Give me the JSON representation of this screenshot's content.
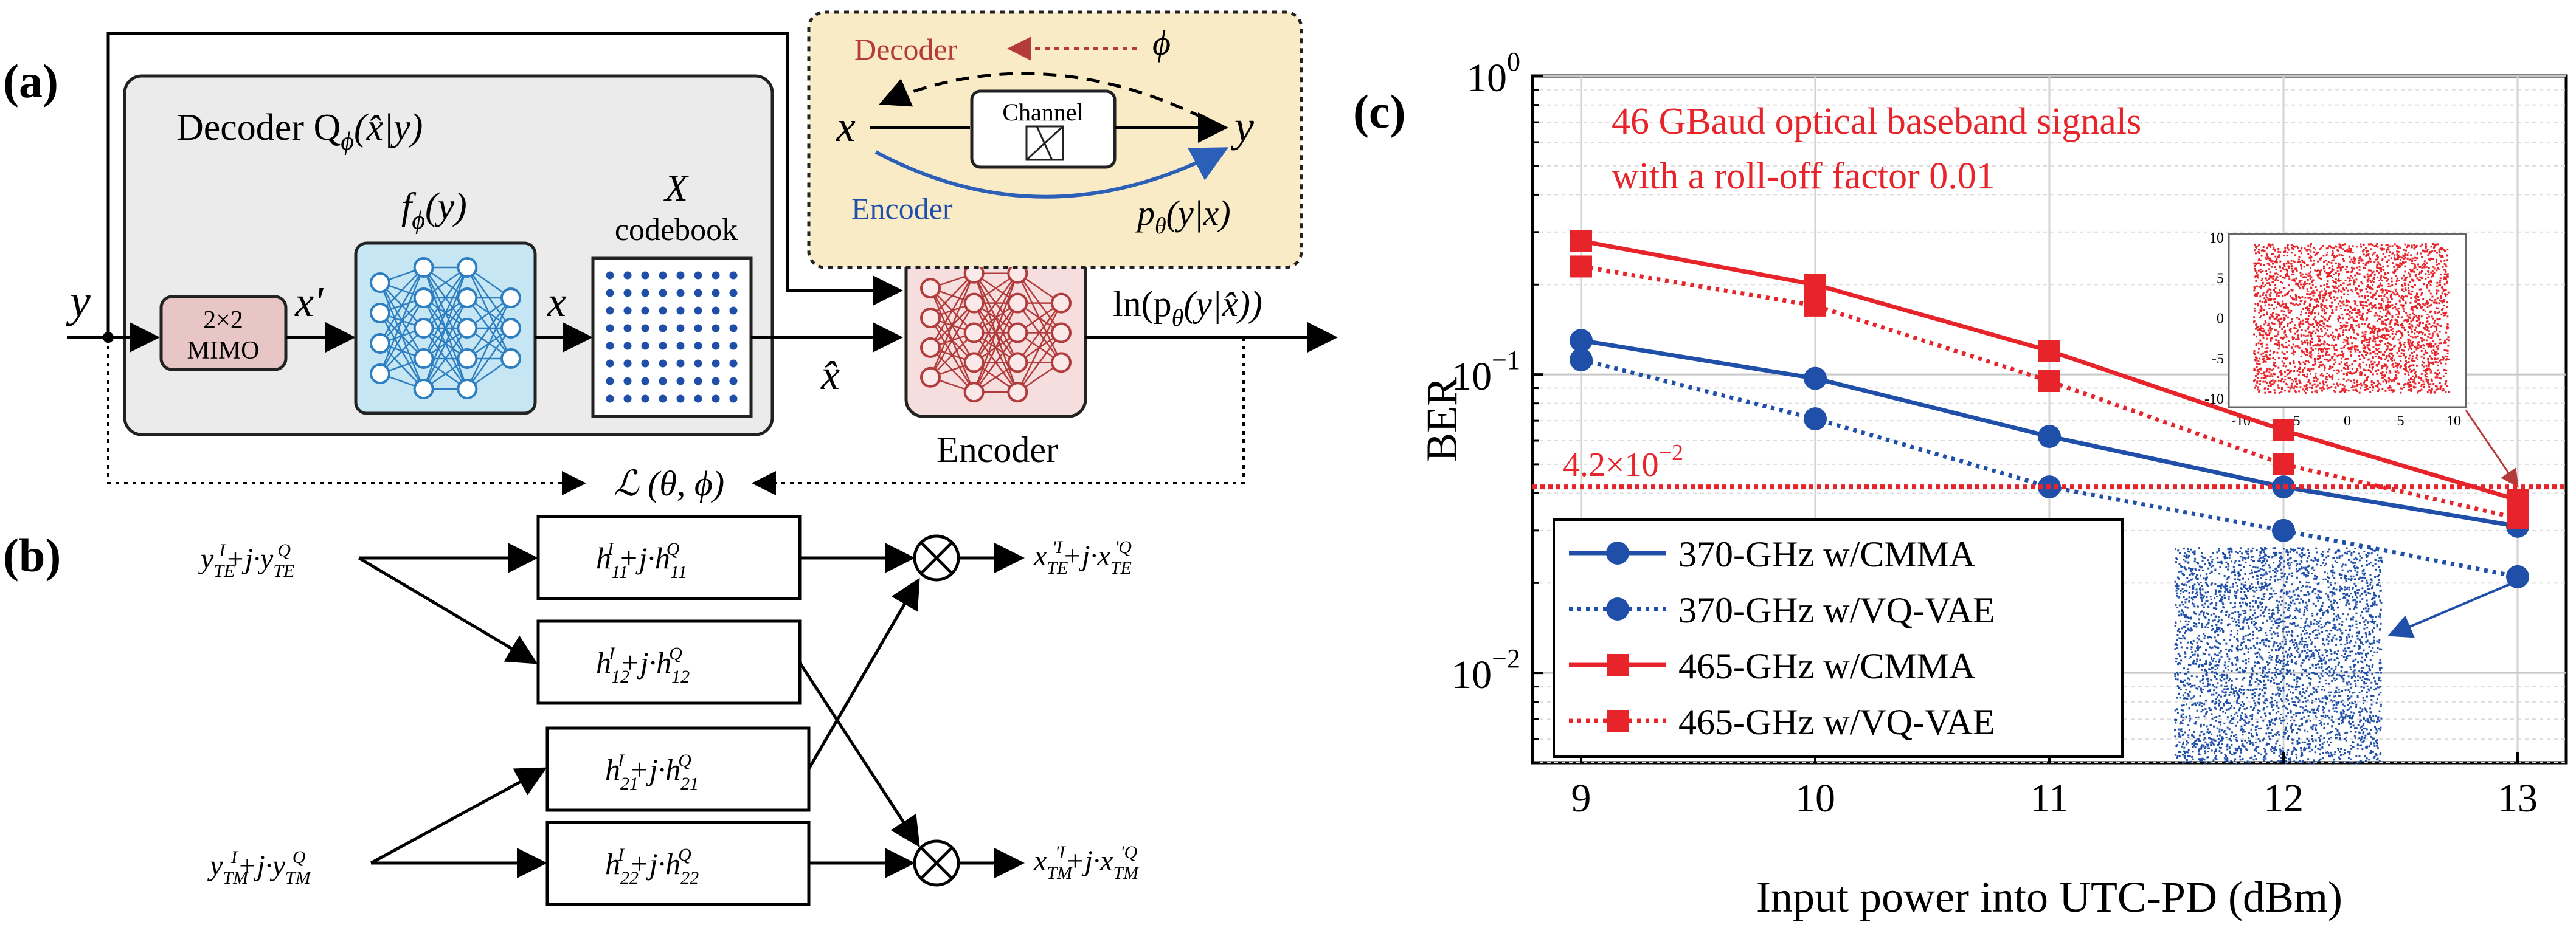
{
  "panel_labels": {
    "a": "(a)",
    "b": "(b)",
    "c": "(c)"
  },
  "panel_a": {
    "decoder_box_label": "Decoder Q",
    "decoder_box_sub": "ϕ",
    "decoder_box_args": "(x̂|y)",
    "input_y": "y",
    "mimo_line1": "2×2",
    "mimo_line2": "MIMO",
    "x_prime": "x'",
    "nn_label": "f",
    "nn_label_sub": "ϕ",
    "nn_label_args": "(y)",
    "codebook_title": "X",
    "codebook_label": "codebook",
    "x_label": "x",
    "x_hat": "x̂",
    "encoder_label": "Encoder",
    "output_label": "ln(p",
    "output_label_sub": "θ",
    "output_label_args": "(y|x̂))",
    "loss_label": "ℒ (θ, ϕ)",
    "inset": {
      "decoder": "Decoder",
      "phi": "ϕ",
      "x": "x",
      "y": "y",
      "channel": "Channel",
      "encoder": "Encoder",
      "p_theta": "p",
      "p_theta_sub": "θ",
      "p_theta_args": "(y|x)"
    }
  },
  "panel_b": {
    "input_te": "y",
    "input_te_rest": "+j·y",
    "input_te_sup1": "I",
    "input_te_sub1": "TE",
    "input_te_sup2": "Q",
    "input_te_sub2": "TE",
    "input_tm": "y",
    "input_tm_rest": "+j·y",
    "input_tm_sup1": "I",
    "input_tm_sub1": "TM",
    "input_tm_sup2": "Q",
    "input_tm_sub2": "TM",
    "h11": "11",
    "h12": "12",
    "h21": "21",
    "h22": "22",
    "h_main": "h",
    "h_mid": "+j·h",
    "sup_i": "I",
    "sup_q": "Q",
    "output_te": "x",
    "output_te_rest": "+j·x",
    "output_te_sup1": "'I",
    "output_te_sub1": "TE",
    "output_te_sup2": "'Q",
    "output_te_sub2": "TE",
    "output_tm": "x",
    "output_tm_rest": "+j·x",
    "output_tm_sup1": "'I",
    "output_tm_sub1": "TM",
    "output_tm_sup2": "'Q",
    "output_tm_sub2": "TM",
    "multiply_symbol": "⊗"
  },
  "chart_data": {
    "type": "line",
    "title": "",
    "annotation_line1": "46  GBaud optical baseband signals",
    "annotation_line2": "with a roll-off factor 0.01",
    "xlabel": "Input power into UTC-PD (dBm)",
    "ylabel": "BER",
    "x": [
      9,
      10,
      11,
      12,
      13
    ],
    "x_ticks": [
      "9",
      "10",
      "11",
      "12",
      "13"
    ],
    "y_scale": "log",
    "ylim": [
      0.005,
      1
    ],
    "y_ticks": [
      {
        "value": 1,
        "base": "10",
        "exp": "0"
      },
      {
        "value": 0.1,
        "base": "10",
        "exp": "−1"
      },
      {
        "value": 0.01,
        "base": "10",
        "exp": "−2"
      }
    ],
    "grid": true,
    "threshold": {
      "value": 0.042,
      "label": "4.2×10",
      "label_exp": "−2",
      "color": "#e8242b"
    },
    "legend_position": "bottom-left",
    "series": [
      {
        "name": "370-GHz w/CMMA",
        "values": [
          0.13,
          0.097,
          0.062,
          0.042,
          0.031
        ],
        "color": "#1f4fa8",
        "marker": "circle",
        "dash": "solid"
      },
      {
        "name": "370-GHz w/VQ-VAE",
        "values": [
          0.112,
          0.071,
          0.042,
          0.03,
          0.021
        ],
        "color": "#1f4fa8",
        "marker": "circle",
        "dash": "dotted"
      },
      {
        "name": "465-GHz w/CMMA",
        "values": [
          0.28,
          0.2,
          0.12,
          0.065,
          0.038
        ],
        "color": "#e8242b",
        "marker": "square",
        "dash": "solid"
      },
      {
        "name": "465-GHz w/VQ-VAE",
        "values": [
          0.23,
          0.17,
          0.095,
          0.05,
          0.033
        ],
        "color": "#e8242b",
        "marker": "square",
        "dash": "dotted"
      }
    ],
    "inset_red": {
      "x_ticks": [
        "-10",
        "-5",
        "0",
        "5",
        "10"
      ],
      "y_ticks": [
        "10",
        "5",
        "0",
        "-5",
        "-10"
      ],
      "color": "#e8242b"
    },
    "inset_blue": {
      "color": "#1f4fa8"
    }
  }
}
